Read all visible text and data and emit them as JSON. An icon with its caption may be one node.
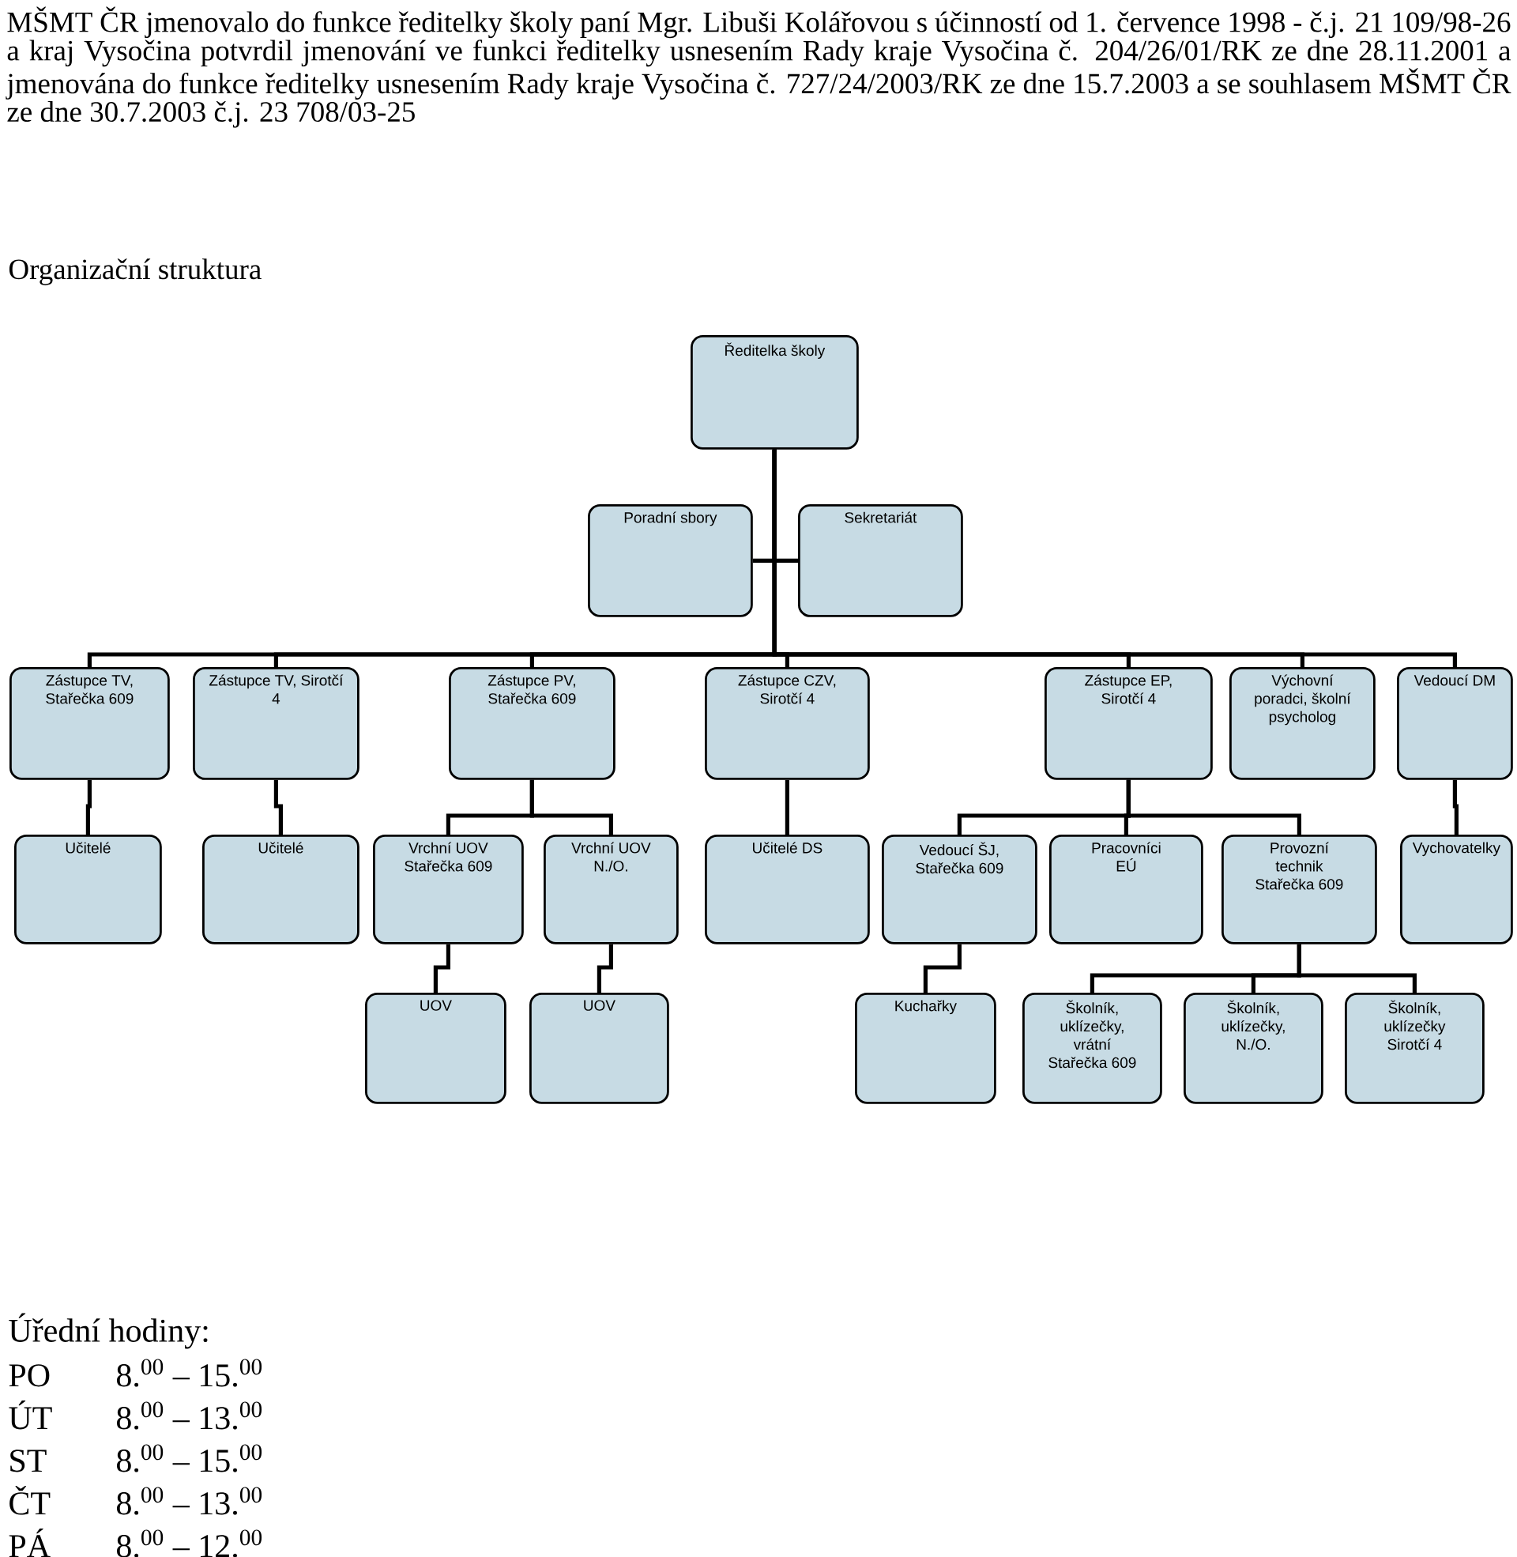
{
  "diagram": {
    "title": "Organizační struktura",
    "nodes": [
      {
        "text": [
          "Ředitelka školy"
        ]
      },
      {
        "text": [
          "Poradní sbory"
        ]
      },
      {
        "text": [
          "Sekretariát"
        ]
      },
      {
        "text": [
          "Zástupce TV, Stařečka 609"
        ]
      },
      {
        "text": [
          "Zástupce TV, Sirotčí 4"
        ]
      },
      {
        "text": [
          "Zástupce PV, Stařečka 609"
        ]
      },
      {
        "text": [
          "Zástupce CZV, Sirotčí 4"
        ]
      },
      {
        "text": [
          "Zástupce EP, Sirotčí 4"
        ]
      },
      {
        "text": [
          "Výchovní poradci, školní psycholog"
        ]
      },
      {
        "text": [
          "Vedoucí DM"
        ]
      },
      {
        "text": [
          "Učitelé"
        ]
      },
      {
        "text": [
          "Učitelé"
        ]
      },
      {
        "text": [
          "Vrchní UOV Stařečka 609"
        ]
      },
      {
        "text": [
          "Vrchní UOV N./O."
        ]
      },
      {
        "text": [
          "Učitelé DS"
        ]
      },
      {
        "text": [
          "Vedoucí ŠJ, Stařečka 609"
        ]
      },
      {
        "text": [
          "Pracovníci EÚ"
        ]
      },
      {
        "text": [
          "Provozní technik Stařečka 609"
        ]
      },
      {
        "text": [
          "Vychovatelky"
        ]
      },
      {
        "text": [
          "UOV"
        ]
      },
      {
        "text": [
          "UOV"
        ]
      },
      {
        "text": [
          "Kuchařky"
        ]
      },
      {
        "text": [
          "Školník, uklízečky, vrátní Stařečka 609"
        ]
      },
      {
        "text": [
          "Školník, uklízečky, N./O."
        ]
      },
      {
        "text": [
          "Školník, uklízečky Sirotčí 4"
        ]
      }
    ],
    "edges": [
      {
        "from": 0,
        "to": 1,
        "arrow": "none"
      },
      {
        "from": 0,
        "to": 2,
        "arrow": "none"
      },
      {
        "from": 0,
        "to": 3,
        "arrow": "none"
      },
      {
        "from": 0,
        "to": 4,
        "arrow": "none"
      },
      {
        "from": 0,
        "to": 5,
        "arrow": "none"
      },
      {
        "from": 0,
        "to": 6,
        "arrow": "none"
      },
      {
        "from": 0,
        "to": 7,
        "arrow": "none"
      },
      {
        "from": 0,
        "to": 8,
        "arrow": "none"
      },
      {
        "from": 0,
        "to": 9,
        "arrow": "none"
      },
      {
        "from": 3,
        "to": 10,
        "arrow": "none"
      },
      {
        "from": 4,
        "to": 11,
        "arrow": "none"
      },
      {
        "from": 5,
        "to": 12,
        "arrow": "none"
      },
      {
        "from": 5,
        "to": 13,
        "arrow": "none"
      },
      {
        "from": 6,
        "to": 14,
        "arrow": "none"
      },
      {
        "from": 7,
        "to": 15,
        "arrow": "none"
      },
      {
        "from": 7,
        "to": 16,
        "arrow": "none"
      },
      {
        "from": 7,
        "to": 17,
        "arrow": "none"
      },
      {
        "from": 9,
        "to": 18,
        "arrow": "none"
      },
      {
        "from": 12,
        "to": 19,
        "arrow": "none"
      },
      {
        "from": 13,
        "to": 20,
        "arrow": "none"
      },
      {
        "from": 15,
        "to": 21,
        "arrow": "none"
      },
      {
        "from": 17,
        "to": 22,
        "arrow": "none"
      },
      {
        "from": 17,
        "to": 23,
        "arrow": "none"
      },
      {
        "from": 17,
        "to": 24,
        "arrow": "none"
      }
    ],
    "labels": [
      "MŠMT ČR jmenovalo do funkce ředitelky školy paní Mgr. Libuši Kolářovou s účinností od 1. července 1998 - č.j. 21 109/98-26 a kraj Vysočina potvrdil jmenování ve funkci ředitelky usnesením Rady kraje Vysočina č. 204/26/01/RK ze dne 28.11.2001 a jmenována do funkce ředitelky usnesením Rady kraje Vysočina č. 727/24/2003/RK ze dne 15.7.2003 a se souhlasem MŠMT ČR ze dne 30.7.2003 č.j. 23 708/03-25",
      "Úřední hodiny:",
      "PO",
      "8.$^{00}$ – 15.$^{00}$",
      "ÚT",
      "8.$^{00}$ – 13.$^{00}$",
      "ST",
      "8.$^{00}$ – 15.$^{00}$",
      "ČT",
      "8.$^{00}$ – 13.$^{00}$",
      "PÁ",
      "8.$^{00}$ – 12.$^{00}$"
    ]
  }
}
